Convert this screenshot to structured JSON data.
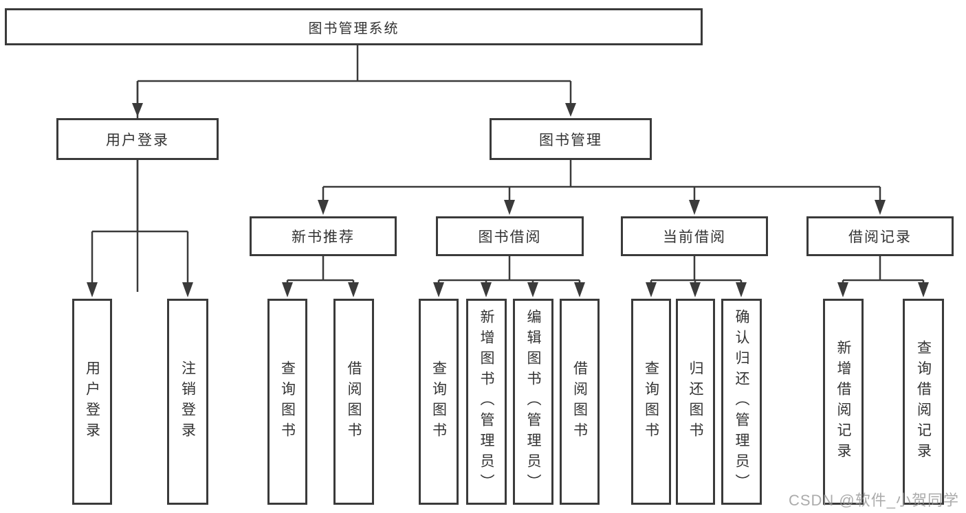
{
  "diagram": {
    "root": {
      "label": "图书管理系统"
    },
    "branches": [
      {
        "label": "用户登录"
      },
      {
        "label": "图书管理"
      }
    ],
    "modules": [
      {
        "label": "新书推荐"
      },
      {
        "label": "图书借阅"
      },
      {
        "label": "当前借阅"
      },
      {
        "label": "借阅记录"
      }
    ],
    "leaves": {
      "user_login": [
        {
          "label": "用户登录"
        },
        {
          "label": "注销登录"
        }
      ],
      "new_books": [
        {
          "label": "查询图书"
        },
        {
          "label": "借阅图书"
        }
      ],
      "book_borrow": [
        {
          "label": "查询图书"
        },
        {
          "label": "新增图书（管理员）"
        },
        {
          "label": "编辑图书（管理员）"
        },
        {
          "label": "借阅图书"
        }
      ],
      "current_borrow": [
        {
          "label": "查询图书"
        },
        {
          "label": "归还图书"
        },
        {
          "label": "确认归还（管理员）"
        }
      ],
      "borrow_records": [
        {
          "label": "新增借阅记录"
        },
        {
          "label": "查询借阅记录"
        }
      ]
    }
  },
  "watermark": {
    "text": "CSDN @软件_小贺同学"
  },
  "colors": {
    "line": "#3a3a3a",
    "text": "#333333",
    "watermark": "#b5b5b5",
    "background": "#ffffff"
  }
}
